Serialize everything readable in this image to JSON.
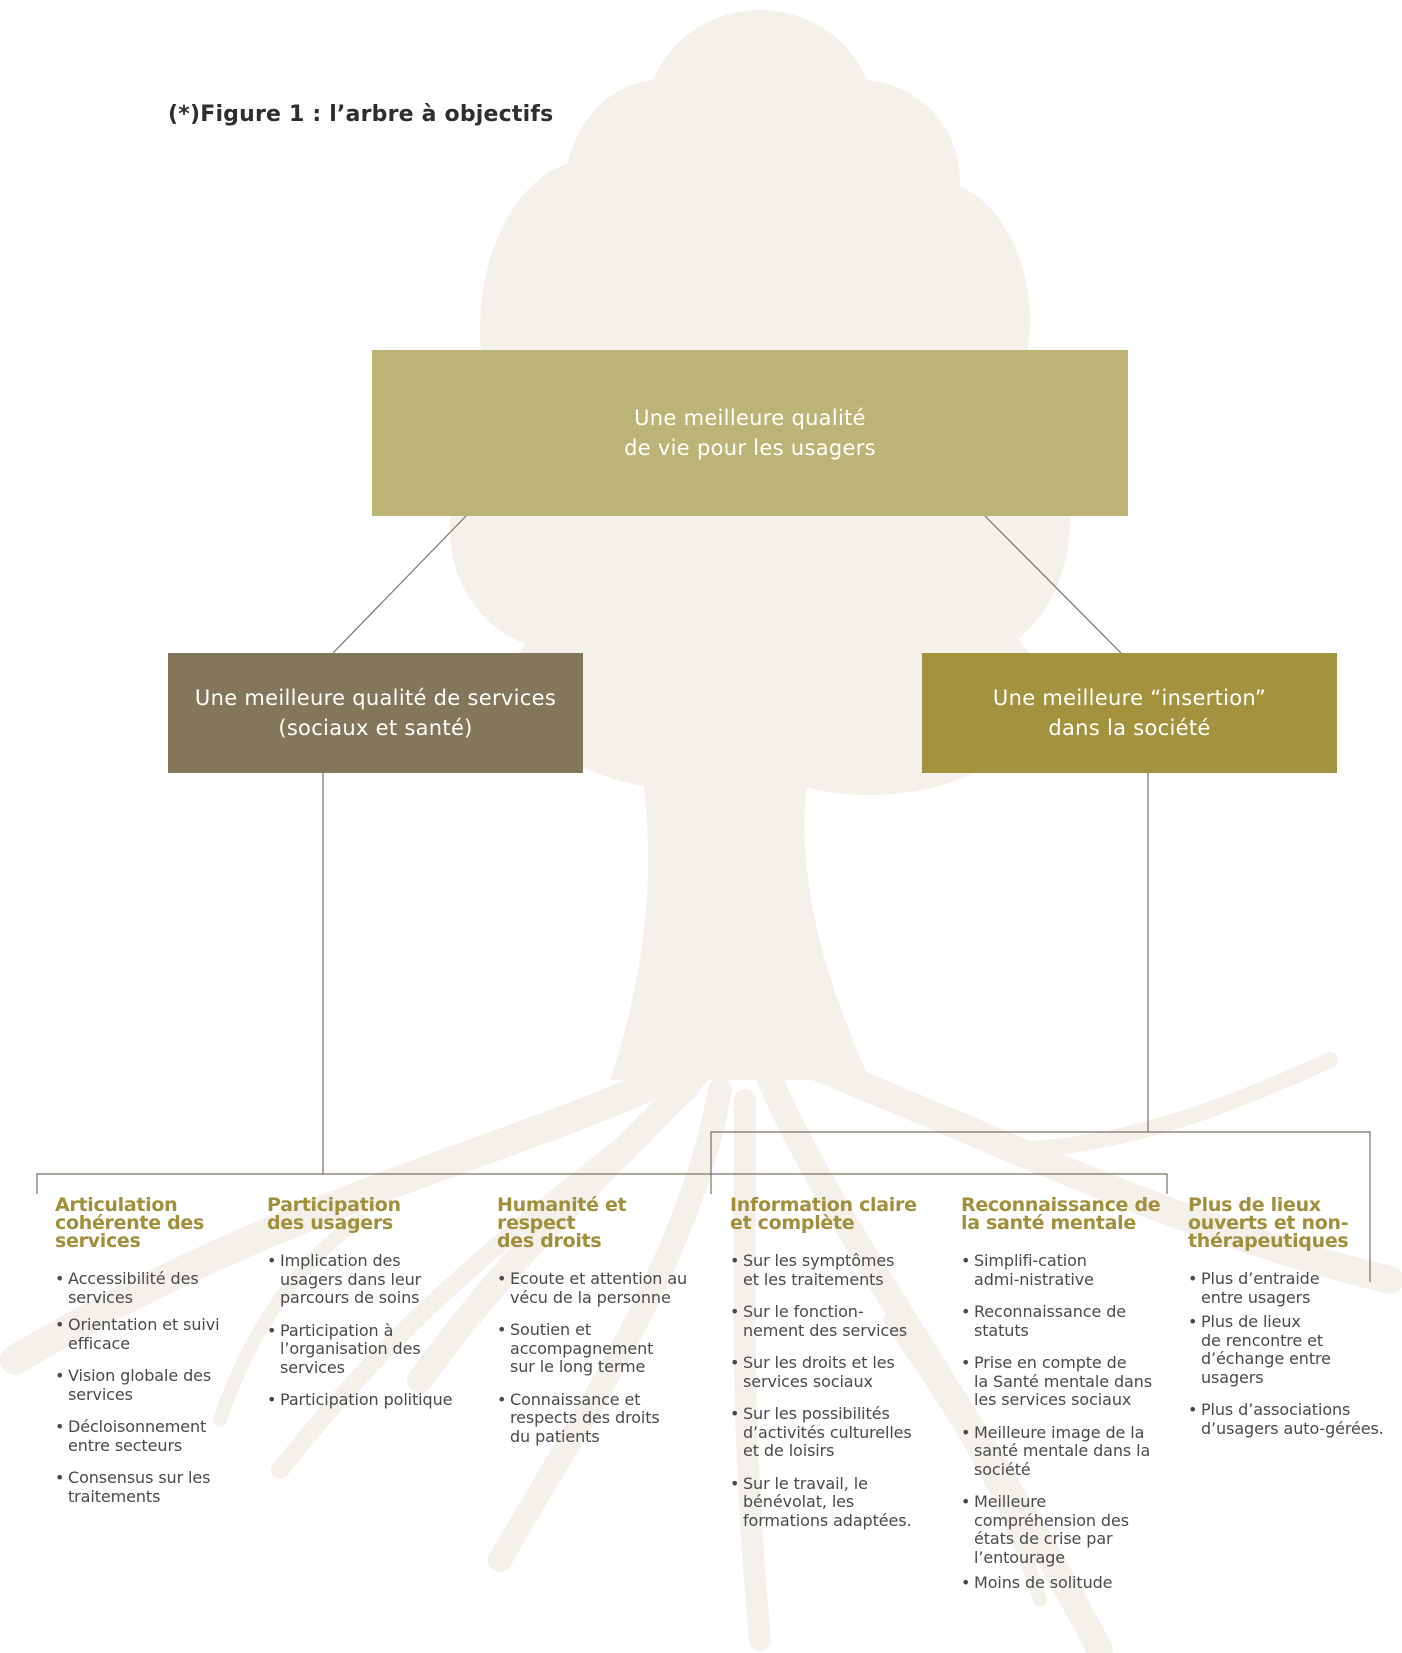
{
  "figure_title": "(*)Figure 1 : l’arbre à objectifs",
  "top_box": {
    "line1": "Une meilleure qualité",
    "line2": "de vie pour les usagers"
  },
  "left_box": {
    "line1": "Une meilleure qualité de services",
    "line2": "(sociaux et santé)"
  },
  "right_box": {
    "line1": "Une meilleure “insertion”",
    "line2": "dans la société"
  },
  "colors": {
    "top_box": "#bcb477",
    "left_box": "#83765b",
    "right_box": "#a3933f",
    "headings": "#a18f3c",
    "tree": "#f3f1ea"
  },
  "columns": [
    {
      "title": [
        "Articulation",
        "cohérente des",
        "services"
      ],
      "items": [
        [
          "Accessibilité des",
          "services"
        ],
        [
          "Orientation et suivi",
          "efficace"
        ],
        [
          "Vision globale des",
          "services"
        ],
        [
          "Décloisonnement",
          "entre secteurs"
        ],
        [
          "Consensus sur les",
          "traitements"
        ]
      ]
    },
    {
      "title": [
        "Participation",
        "des usagers"
      ],
      "items": [
        [
          "Implication des",
          "usagers dans leur",
          "parcours de soins"
        ],
        [
          "Participation à",
          "l’organisation des",
          "services"
        ],
        [
          "Participation politique"
        ]
      ]
    },
    {
      "title": [
        "Humanité et respect",
        "des droits"
      ],
      "items": [
        [
          "Ecoute et attention au",
          "vécu de la personne"
        ],
        [
          "Soutien et",
          "accompagnement",
          "sur le long terme"
        ],
        [
          "Connaissance et",
          "respects des droits",
          "du patients"
        ]
      ]
    },
    {
      "title": [
        "Information claire",
        "et complète"
      ],
      "items": [
        [
          "Sur les symptômes",
          "et les traitements"
        ],
        [
          "Sur le fonction-",
          "nement des services"
        ],
        [
          "Sur les droits et les",
          "services sociaux"
        ],
        [
          "Sur les possibilités",
          "d’activités culturelles",
          "et de loisirs"
        ],
        [
          "Sur le travail, le",
          "bénévolat, les",
          "formations adaptées."
        ]
      ]
    },
    {
      "title": [
        "Reconnaissance de",
        "la santé mentale"
      ],
      "items": [
        [
          "Simplifi-cation",
          "admi-nistrative"
        ],
        [
          "Reconnaissance de",
          "statuts"
        ],
        [
          "Prise en compte de",
          "la Santé mentale dans",
          "les services sociaux"
        ],
        [
          "Meilleure image de la",
          "santé mentale dans la",
          "société"
        ],
        [
          "Meilleure",
          "compréhension des",
          "états de crise par",
          "l’entourage"
        ],
        [
          "Moins de solitude"
        ]
      ]
    },
    {
      "title": [
        "Plus de lieux",
        "ouverts et non-",
        "thérapeutiques"
      ],
      "items": [
        [
          "Plus d’entraide",
          "entre usagers"
        ],
        [
          "Plus de lieux",
          "de rencontre et",
          "d’échange entre",
          "usagers"
        ],
        [
          "Plus d’associations",
          "d’usagers auto-gérées."
        ]
      ]
    }
  ]
}
